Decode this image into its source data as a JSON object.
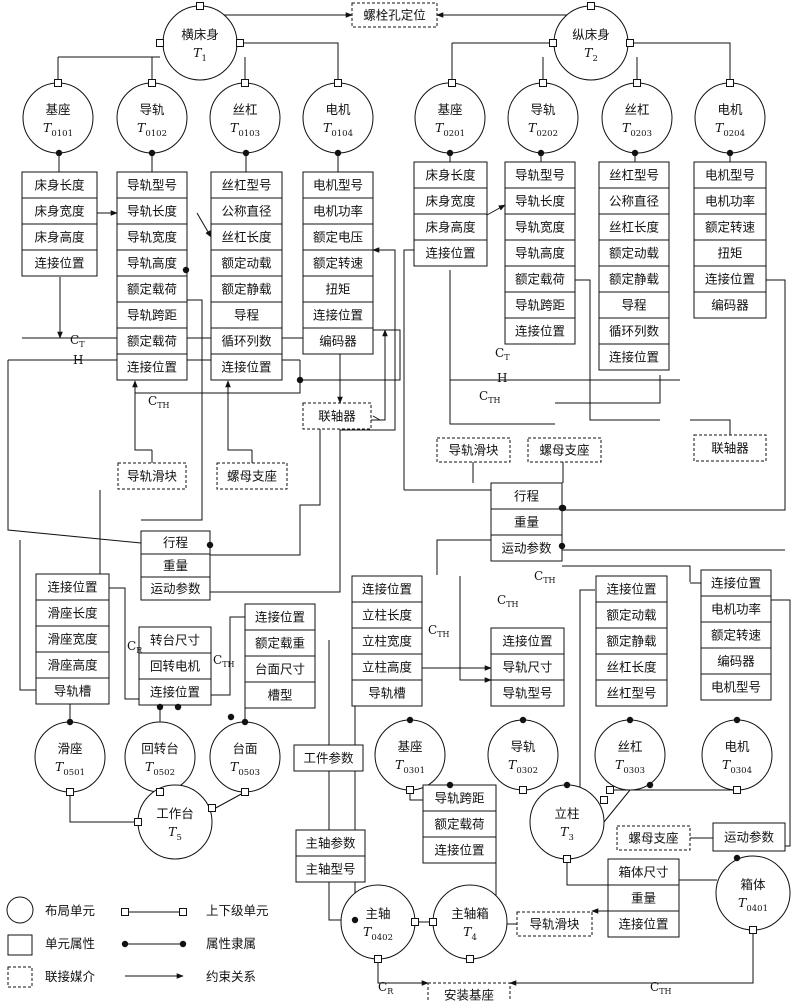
{
  "circles": [
    {
      "id": "T1",
      "label": "横床身",
      "var": "T",
      "sub": "1"
    },
    {
      "id": "T2",
      "label": "纵床身",
      "var": "T",
      "sub": "2"
    },
    {
      "id": "T0101",
      "label": "基座",
      "var": "T",
      "sub": "0101"
    },
    {
      "id": "T0102",
      "label": "导轨",
      "var": "T",
      "sub": "0102"
    },
    {
      "id": "T0103",
      "label": "丝杠",
      "var": "T",
      "sub": "0103"
    },
    {
      "id": "T0104",
      "label": "电机",
      "var": "T",
      "sub": "0104"
    },
    {
      "id": "T0201",
      "label": "基座",
      "var": "T",
      "sub": "0201"
    },
    {
      "id": "T0202",
      "label": "导轨",
      "var": "T",
      "sub": "0202"
    },
    {
      "id": "T0203",
      "label": "丝杠",
      "var": "T",
      "sub": "0203"
    },
    {
      "id": "T0204",
      "label": "电机",
      "var": "T",
      "sub": "0204"
    },
    {
      "id": "T0501",
      "label": "滑座",
      "var": "T",
      "sub": "0501"
    },
    {
      "id": "T0502",
      "label": "回转台",
      "var": "T",
      "sub": "0502"
    },
    {
      "id": "T0503",
      "label": "台面",
      "var": "T",
      "sub": "0503"
    },
    {
      "id": "T5",
      "label": "工作台",
      "var": "T",
      "sub": "5"
    },
    {
      "id": "T0301",
      "label": "基座",
      "var": "T",
      "sub": "0301"
    },
    {
      "id": "T0302",
      "label": "导轨",
      "var": "T",
      "sub": "0302"
    },
    {
      "id": "T0303",
      "label": "丝杠",
      "var": "T",
      "sub": "0303"
    },
    {
      "id": "T0304",
      "label": "电机",
      "var": "T",
      "sub": "0304"
    },
    {
      "id": "T3",
      "label": "立柱",
      "var": "T",
      "sub": "3"
    },
    {
      "id": "T0402",
      "label": "主轴",
      "var": "T",
      "sub": "0402"
    },
    {
      "id": "T4",
      "label": "主轴箱",
      "var": "T",
      "sub": "4"
    },
    {
      "id": "T0401",
      "label": "箱体",
      "var": "T",
      "sub": "0401"
    }
  ],
  "attr_tables": [
    {
      "id": "t0101",
      "cells": [
        "床身长度",
        "床身宽度",
        "床身高度",
        "连接位置"
      ]
    },
    {
      "id": "t0102",
      "cells": [
        "导轨型号",
        "导轨长度",
        "导轨宽度",
        "导轨高度",
        "额定载荷",
        "导轨跨距",
        "额定载荷",
        "连接位置"
      ]
    },
    {
      "id": "t0103",
      "cells": [
        "丝杠型号",
        "公称直径",
        "丝杠长度",
        "额定动载",
        "额定静载",
        "导程",
        "循环列数",
        "连接位置"
      ]
    },
    {
      "id": "t0104",
      "cells": [
        "电机型号",
        "电机功率",
        "额定电压",
        "额定转速",
        "扭矩",
        "连接位置",
        "编码器"
      ]
    },
    {
      "id": "t0201",
      "cells": [
        "床身长度",
        "床身宽度",
        "床身高度",
        "连接位置"
      ]
    },
    {
      "id": "t0202",
      "cells": [
        "导轨型号",
        "导轨长度",
        "导轨宽度",
        "导轨高度",
        "额定载荷",
        "导轨跨距",
        "连接位置"
      ]
    },
    {
      "id": "t0203",
      "cells": [
        "丝杠型号",
        "公称直径",
        "丝杠长度",
        "额定动载",
        "额定静载",
        "导程",
        "循环列数",
        "连接位置"
      ]
    },
    {
      "id": "t0204",
      "cells": [
        "电机型号",
        "电机功率",
        "额定转速",
        "扭矩",
        "连接位置",
        "编码器"
      ]
    },
    {
      "id": "tmoveL",
      "cells": [
        "行程",
        "重量",
        "运动参数"
      ]
    },
    {
      "id": "tmoveR",
      "cells": [
        "行程",
        "重量",
        "运动参数"
      ]
    },
    {
      "id": "t0501",
      "cells": [
        "连接位置",
        "滑座长度",
        "滑座宽度",
        "滑座高度",
        "导轨槽"
      ]
    },
    {
      "id": "t0502",
      "cells": [
        "转台尺寸",
        "回转电机",
        "连接位置"
      ]
    },
    {
      "id": "t0503",
      "cells": [
        "连接位置",
        "额定载重",
        "台面尺寸",
        "槽型"
      ]
    },
    {
      "id": "t0301",
      "cells": [
        "连接位置",
        "立柱长度",
        "立柱宽度",
        "立柱高度",
        "导轨槽"
      ]
    },
    {
      "id": "t0302",
      "cells": [
        "连接位置",
        "导轨尺寸",
        "导轨型号"
      ]
    },
    {
      "id": "t0303",
      "cells": [
        "连接位置",
        "额定动载",
        "额定静载",
        "丝杠长度",
        "丝杠型号"
      ]
    },
    {
      "id": "t0304",
      "cells": [
        "连接位置",
        "电机功率",
        "额定转速",
        "编码器",
        "电机型号"
      ]
    },
    {
      "id": "t3b",
      "cells": [
        "导轨跨距",
        "额定载荷",
        "连接位置"
      ]
    },
    {
      "id": "tbox",
      "cells": [
        "箱体尺寸",
        "重量",
        "连接位置"
      ]
    },
    {
      "id": "tspindle",
      "cells": [
        "主轴参数",
        "主轴型号"
      ]
    },
    {
      "id": "tworkpiece",
      "cells": [
        "工件参数"
      ]
    },
    {
      "id": "tmotion",
      "cells": [
        "运动参数"
      ]
    }
  ],
  "media": [
    {
      "id": "m_bolt",
      "label": "螺栓孔定位"
    },
    {
      "id": "m_coupL",
      "label": "联轴器"
    },
    {
      "id": "m_coupR",
      "label": "联轴器"
    },
    {
      "id": "m_sliderL",
      "label": "导轨滑块"
    },
    {
      "id": "m_nutL",
      "label": "螺母支座"
    },
    {
      "id": "m_sliderR",
      "label": "导轨滑块"
    },
    {
      "id": "m_nutR",
      "label": "螺母支座"
    },
    {
      "id": "m_nut3",
      "label": "螺母支座"
    },
    {
      "id": "m_slider4",
      "label": "导轨滑块"
    },
    {
      "id": "m_base",
      "label": "安装基座"
    }
  ],
  "constraint_labels": [
    {
      "id": "cT_L",
      "main": "C",
      "sub": "T"
    },
    {
      "id": "h_L",
      "main": "H",
      "sub": ""
    },
    {
      "id": "cTH_L",
      "main": "C",
      "sub": "TH"
    },
    {
      "id": "cT_R",
      "main": "C",
      "sub": "T"
    },
    {
      "id": "h_R",
      "main": "H",
      "sub": ""
    },
    {
      "id": "cTH_R",
      "main": "C",
      "sub": "TH"
    },
    {
      "id": "cR_5",
      "main": "C",
      "sub": "R"
    },
    {
      "id": "cTH_5",
      "main": "C",
      "sub": "TH"
    },
    {
      "id": "cTH_m1",
      "main": "C",
      "sub": "TH"
    },
    {
      "id": "cTH_m2",
      "main": "C",
      "sub": "TH"
    },
    {
      "id": "cTH_3",
      "main": "C",
      "sub": "TH"
    },
    {
      "id": "cR_4",
      "main": "C",
      "sub": "R"
    },
    {
      "id": "cTH_4",
      "main": "C",
      "sub": "TH"
    }
  ],
  "legend": {
    "layout_unit": "布局单元",
    "hierarchy": "上下级单元",
    "unit_attr": "单元属性",
    "attr_belong": "属性隶属",
    "link_media": "联接媒介",
    "constraint": "约束关系"
  }
}
